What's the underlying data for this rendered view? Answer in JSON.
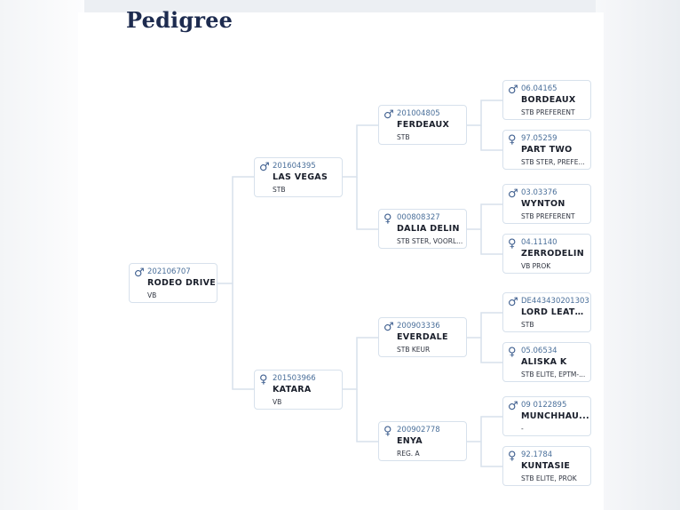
{
  "page": {
    "title": "Pedigree"
  },
  "symbols": {
    "male": "♂",
    "female": "♀"
  },
  "icons": {
    "male": "male-icon",
    "female": "female-icon"
  },
  "colors": {
    "title": "#1d2b4f",
    "connector": "#d7e1ec",
    "registration": "#4a6f9a"
  },
  "horses": {
    "subject": {
      "sex": "male",
      "reg": "202106707",
      "name": "RODEO DRIVE",
      "breed": "VB"
    },
    "sire": {
      "sex": "male",
      "reg": "201604395",
      "name": "LAS VEGAS",
      "breed": "STB"
    },
    "dam": {
      "sex": "female",
      "reg": "201503966",
      "name": "KATARA",
      "breed": "VB"
    },
    "sire_sire": {
      "sex": "male",
      "reg": "201004805",
      "name": "FERDEAUX",
      "breed": "STB"
    },
    "sire_dam": {
      "sex": "female",
      "reg": "000808327",
      "name": "DALIA DELIN",
      "breed": "STB STER, VOORL..."
    },
    "dam_sire": {
      "sex": "male",
      "reg": "200903336",
      "name": "EVERDALE",
      "breed": "STB KEUR"
    },
    "dam_dam": {
      "sex": "female",
      "reg": "200902778",
      "name": "ENYA",
      "breed": "REG. A"
    },
    "sss": {
      "sex": "male",
      "reg": "06.04165",
      "name": "BORDEAUX",
      "breed": "STB PREFERENT"
    },
    "ssd": {
      "sex": "female",
      "reg": "97.05259",
      "name": "PART TWO",
      "breed": "STB STER, PREFE..."
    },
    "sds": {
      "sex": "male",
      "reg": "03.03376",
      "name": "WYNTON",
      "breed": "STB PREFERENT"
    },
    "sdd": {
      "sex": "female",
      "reg": "04.11140",
      "name": "ZERRODELIN",
      "breed": "VB PROK"
    },
    "dss": {
      "sex": "male",
      "reg": "DE443430201303",
      "name": "LORD LEATH...",
      "breed": "STB"
    },
    "dsd": {
      "sex": "female",
      "reg": "05.06534",
      "name": "ALISKA K",
      "breed": "STB ELITE, EPTM-..."
    },
    "dds": {
      "sex": "male",
      "reg": "09 0122895",
      "name": "MÜNCHHAU...",
      "breed": "-"
    },
    "ddd": {
      "sex": "female",
      "reg": "92.1784",
      "name": "KUNTASIE",
      "breed": "STB ELITE, PROK"
    }
  }
}
